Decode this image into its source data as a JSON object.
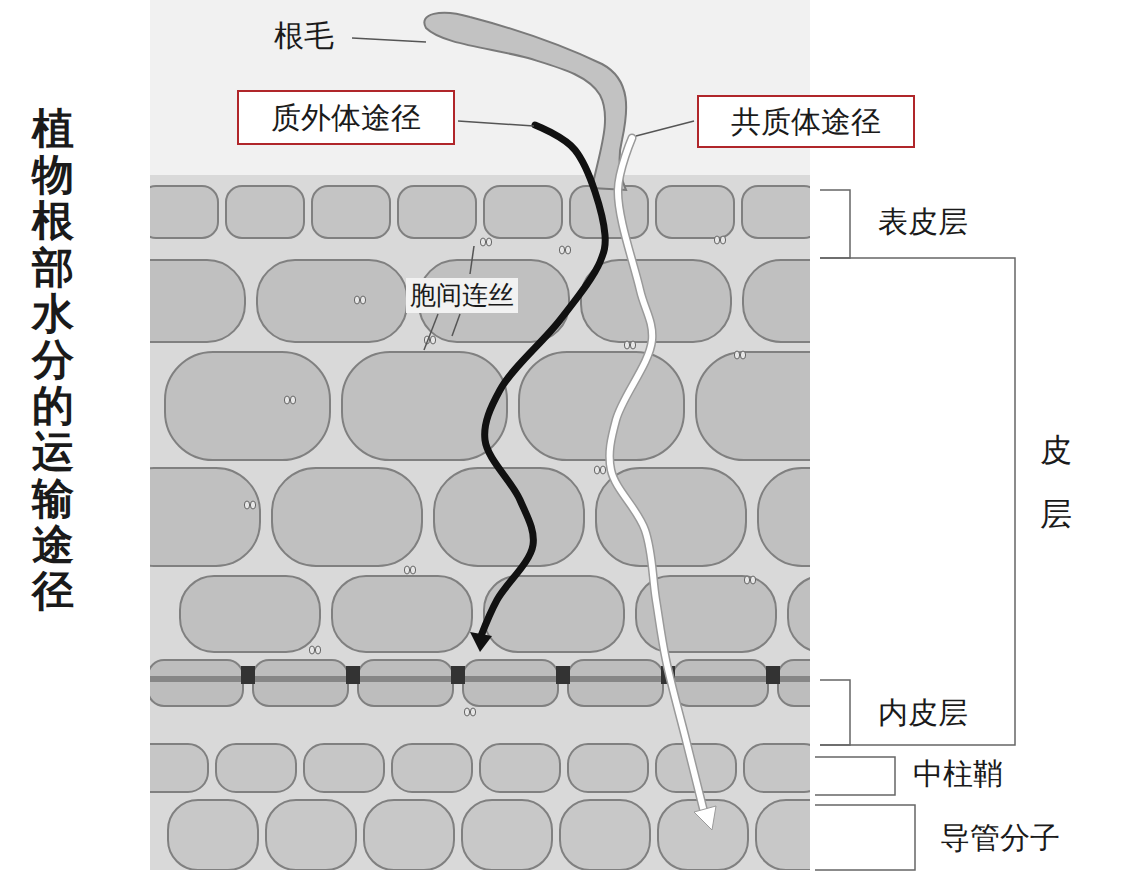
{
  "diagram": {
    "title": "植物根部水分的运输途径",
    "nodes": [
      {
        "text": [
          "质外体途径"
        ]
      },
      {
        "text": [
          "共质体途径"
        ]
      }
    ],
    "labels": [
      "根毛",
      "表皮层",
      "胞间连丝",
      "皮层",
      "内皮层",
      "中柱鞘",
      "导管分子"
    ]
  }
}
